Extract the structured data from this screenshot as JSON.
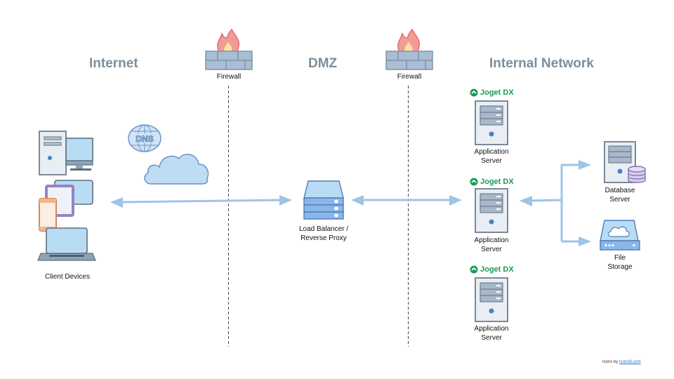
{
  "zones": {
    "internet": "Internet",
    "dmz": "DMZ",
    "internal": "Internal Network"
  },
  "firewalls": [
    {
      "label": "Firewall"
    },
    {
      "label": "Firewall"
    }
  ],
  "nodes": {
    "client_devices": "Client Devices",
    "dns": "DNS",
    "load_balancer_line1": "Load Balancer /",
    "load_balancer_line2": "Reverse Proxy",
    "app_servers": [
      {
        "brand": "Joget DX",
        "line1": "Application",
        "line2": "Server"
      },
      {
        "brand": "Joget DX",
        "line1": "Application",
        "line2": "Server"
      },
      {
        "brand": "Joget DX",
        "line1": "Application",
        "line2": "Server"
      }
    ],
    "database_line1": "Database",
    "database_line2": "Server",
    "storage_line1": "File",
    "storage_line2": "Storage"
  },
  "credit": {
    "prefix": "Icons by",
    "link": "Icons8.com"
  },
  "colors": {
    "zone_title": "#7d8e9a",
    "arrow": "#9ec4e8",
    "joget_green": "#1a9a5a",
    "firewall_brick": "#aabed3",
    "flame": "#f08080"
  }
}
